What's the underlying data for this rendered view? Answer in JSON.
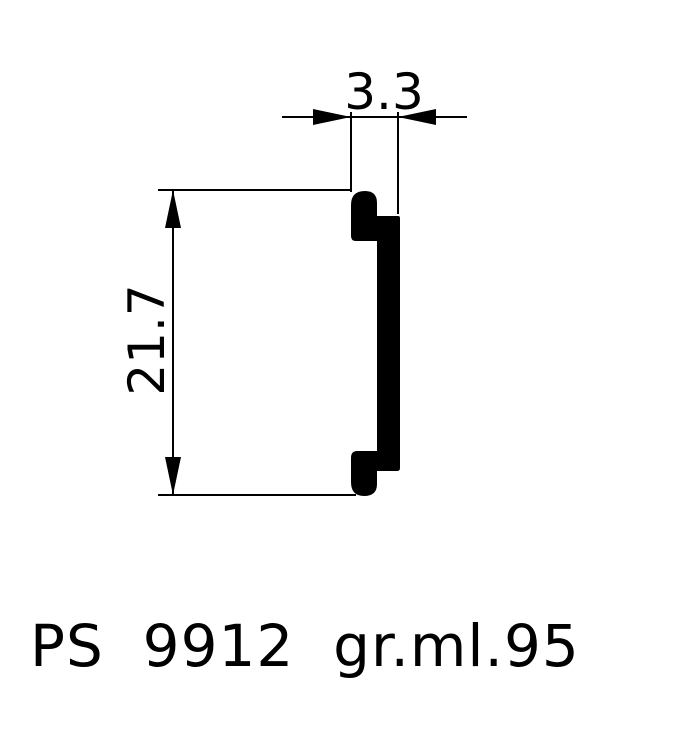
{
  "drawing": {
    "dimensions": {
      "width_value": "3.3",
      "height_value": "21.7"
    },
    "caption": "PS  9912  gr.ml.95",
    "colors": {
      "line": "#000000",
      "profile": "#000000",
      "background": "#ffffff"
    }
  }
}
